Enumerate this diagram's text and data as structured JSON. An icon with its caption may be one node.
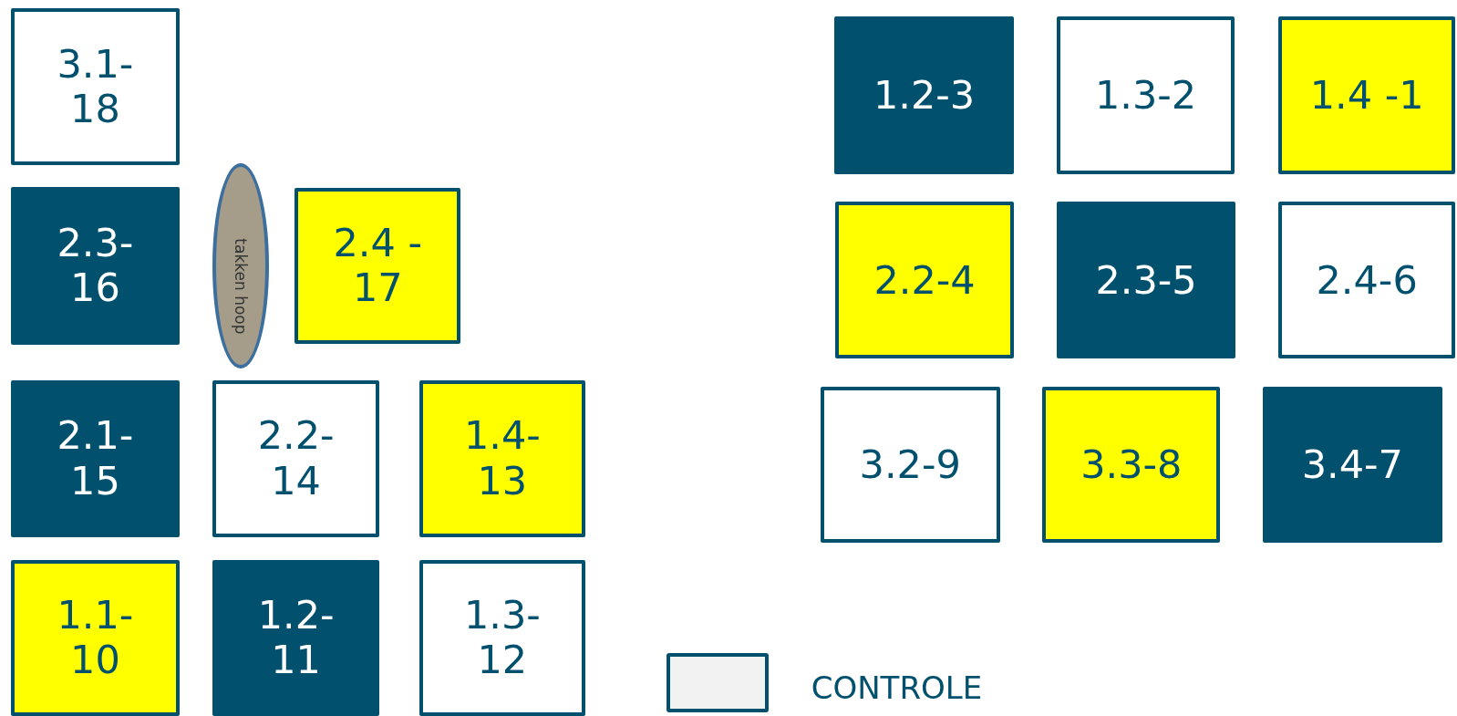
{
  "diagram": {
    "nodes": [
      {
        "text": [
          "3.1- 18"
        ]
      },
      {
        "text": [
          "2.3- 16"
        ]
      },
      {
        "text": [
          "takken hoop"
        ]
      },
      {
        "text": [
          "2.4 - 17"
        ]
      },
      {
        "text": [
          "2.1- 15"
        ]
      },
      {
        "text": [
          "2.2- 14"
        ]
      },
      {
        "text": [
          "1.4- 13"
        ]
      },
      {
        "text": [
          "1.1- 10"
        ]
      },
      {
        "text": [
          "1.2- 11"
        ]
      },
      {
        "text": [
          "1.3- 12"
        ]
      },
      {
        "text": [
          "1.2-3"
        ]
      },
      {
        "text": [
          "1.3-2"
        ]
      },
      {
        "text": [
          "1.4 -1"
        ]
      },
      {
        "text": [
          "2.2-4"
        ]
      },
      {
        "text": [
          "2.3-5"
        ]
      },
      {
        "text": [
          "2.4-6"
        ]
      },
      {
        "text": [
          "3.2-9"
        ]
      },
      {
        "text": [
          "3.3-8"
        ]
      },
      {
        "text": [
          "3.4-7"
        ]
      }
    ],
    "edges": [],
    "legend": [
      {
        "text": "CONTROLE",
        "color": "#f2f2f2"
      }
    ]
  }
}
